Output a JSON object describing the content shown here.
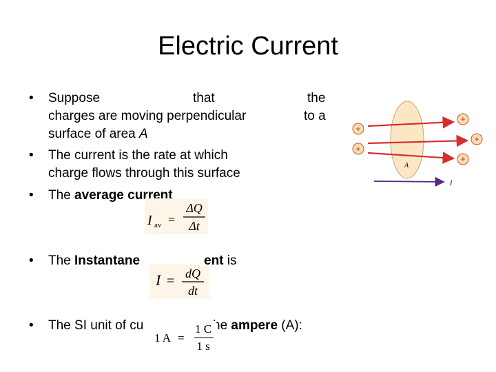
{
  "title": "Electric Current",
  "bullets": {
    "b1": {
      "suppose": "Suppose",
      "that": "that",
      "the": "the",
      "line2": "charges are moving perpendicular",
      "to_a": "to a",
      "line3_pre": "surface of area ",
      "line3_var": "A"
    },
    "b2": {
      "line1": "The current  is  the  rate at which",
      "line2": "charge flows  through  this  surface"
    },
    "b3": {
      "pre": "The ",
      "bold": "average current"
    },
    "b4": {
      "pre": "The ",
      "bold1": "Instantane",
      "bold2": "ent",
      "post": " is"
    },
    "b5": {
      "pre": "The SI unit of cu",
      "mid": "he ",
      "bold": "ampere",
      "post": " (A):"
    }
  },
  "formulas": {
    "avg": {
      "lhs": "I",
      "sub": "av",
      "eq": "=",
      "num": "ΔQ",
      "den": "Δt"
    },
    "inst": {
      "lhs": "I",
      "eq": "=",
      "num": "dQ",
      "den": "dt"
    },
    "si": {
      "lhs": "1 A",
      "eq": "=",
      "num": "1 C",
      "den": "1 s"
    }
  },
  "figure": {
    "plus_sign": "+",
    "area_label": "A",
    "current_label": "I",
    "colors": {
      "surface_fill": "#fbe7c4",
      "charge_fill": "#f6dcb6",
      "charge_edge": "#d3541f",
      "arrow_red": "#d92c2c",
      "arrow_purple": "#5a2a82"
    }
  }
}
